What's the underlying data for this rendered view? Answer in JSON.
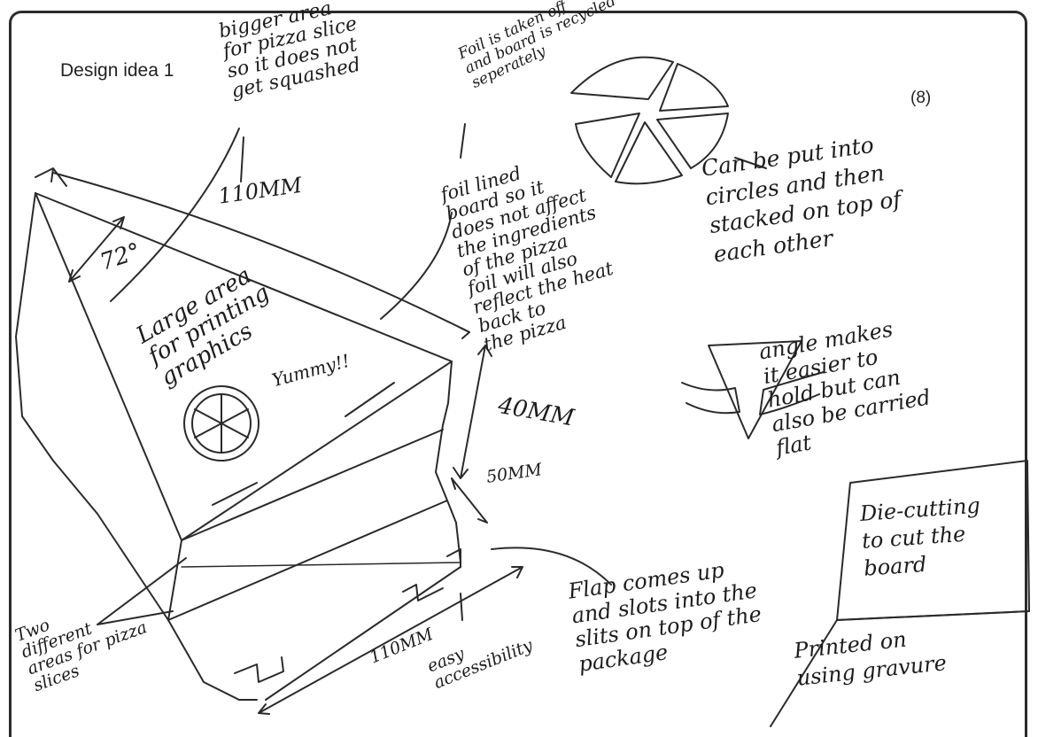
{
  "title": "Design idea 1",
  "marks": "(8)",
  "notes": {
    "bigger_area": "bigger area\nfor pizza slice\nso it does not\nget squashed",
    "dim_110_top": "110MM",
    "angle": "72°",
    "foil_taken": "Foil is taken off\nand board is recycled\nseperately",
    "foil_lined": "foil lined\nboard so it\ndoes not affect\nthe ingredients\nof the pizza\nfoil will also\nreflect the heat\nback to\nthe pizza",
    "dim_40": "40MM",
    "circles": "Can be put into\ncircles and then\nstacked on top of\neach other",
    "large_area": "Large area\nfor printing\ngraphics",
    "yummy": "Yummy!!",
    "angle_makes": "angle makes\nit easier to\nhold but can\nalso be carried\nflat",
    "dim_50": "50MM",
    "die_cutting": "Die-cutting\nto cut the\nboard",
    "flap": "Flap comes up\nand slots into the\nslits on top of the\npackage",
    "printed": "Printed on\nusing gravure",
    "two_areas": "Two\ndifferent\nareas for pizza\nslices",
    "dim_110_bottom": "110MM",
    "easy": "easy\naccessibility"
  },
  "icons": [
    "pizza-icon",
    "pizza-slices-circle-icon",
    "hand-icon"
  ]
}
